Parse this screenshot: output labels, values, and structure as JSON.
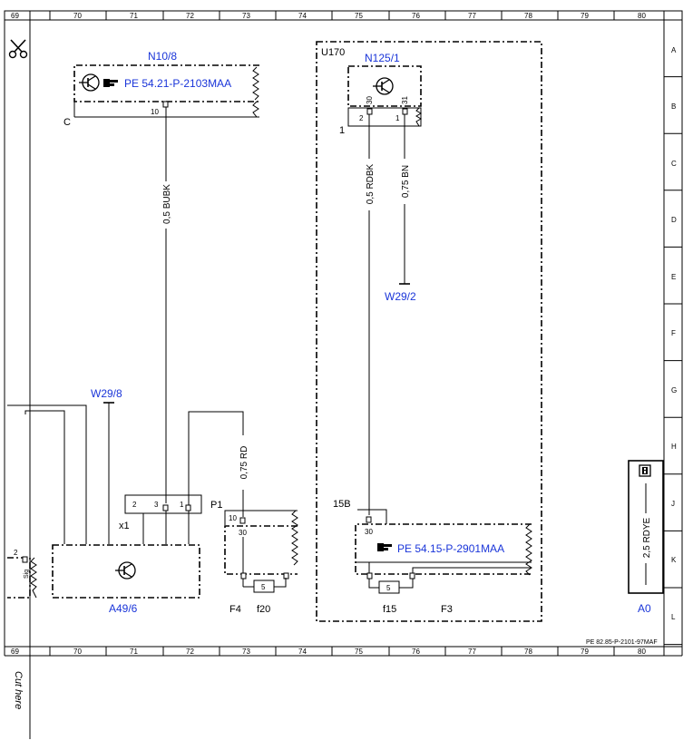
{
  "grid": {
    "columns": [
      "69",
      "70",
      "71",
      "72",
      "73",
      "74",
      "75",
      "76",
      "77",
      "78",
      "79",
      "80"
    ],
    "rows": [
      "A",
      "B",
      "C",
      "D",
      "E",
      "F",
      "G",
      "H",
      "J",
      "K",
      "L"
    ]
  },
  "components": {
    "n10_8": {
      "ref": "N10/8",
      "doc": "PE 54.21-P-2103MAA",
      "pin": "10",
      "node": "C"
    },
    "u170": {
      "ref": "U170"
    },
    "n125_1": {
      "ref": "N125/1",
      "pin_30": "30",
      "pin_31": "31",
      "term_2": "2",
      "term_1": "1",
      "node": "1"
    },
    "w29_2": {
      "ref": "W29/2"
    },
    "w29_8": {
      "ref": "W29/8"
    },
    "x1": {
      "ref": "x1",
      "pin_2": "2",
      "pin_3": "3",
      "pin_1": "1"
    },
    "a49_6": {
      "ref": "A49/6",
      "pin": "2",
      "sig": "Sig"
    },
    "p1": {
      "ref": "P1",
      "pin_10": "10",
      "pin_30": "30"
    },
    "f4": {
      "ref": "F4",
      "fuse_ref": "f20",
      "fuse_no": "5"
    },
    "f3": {
      "ref": "F3",
      "fuse_ref": "f15",
      "fuse_no": "5",
      "node": "15B",
      "pin_30": "30",
      "doc": "PE 54.15-P-2901MAA"
    },
    "a0": {
      "ref": "A0",
      "wire": "2,5 RDYE"
    }
  },
  "wires": {
    "bubk": "0,5 BUBK",
    "rdbk": "0,5 RDBK",
    "bn": "0,75 BN",
    "rd": "0,75 RD"
  },
  "footer": {
    "doc_code": "PE 82.85-P-2101-97MAF",
    "cut_text": "Cut here"
  },
  "icons": [
    "scissors-icon",
    "transistor-icon",
    "hand-pointer-icon",
    "info-icon"
  ]
}
